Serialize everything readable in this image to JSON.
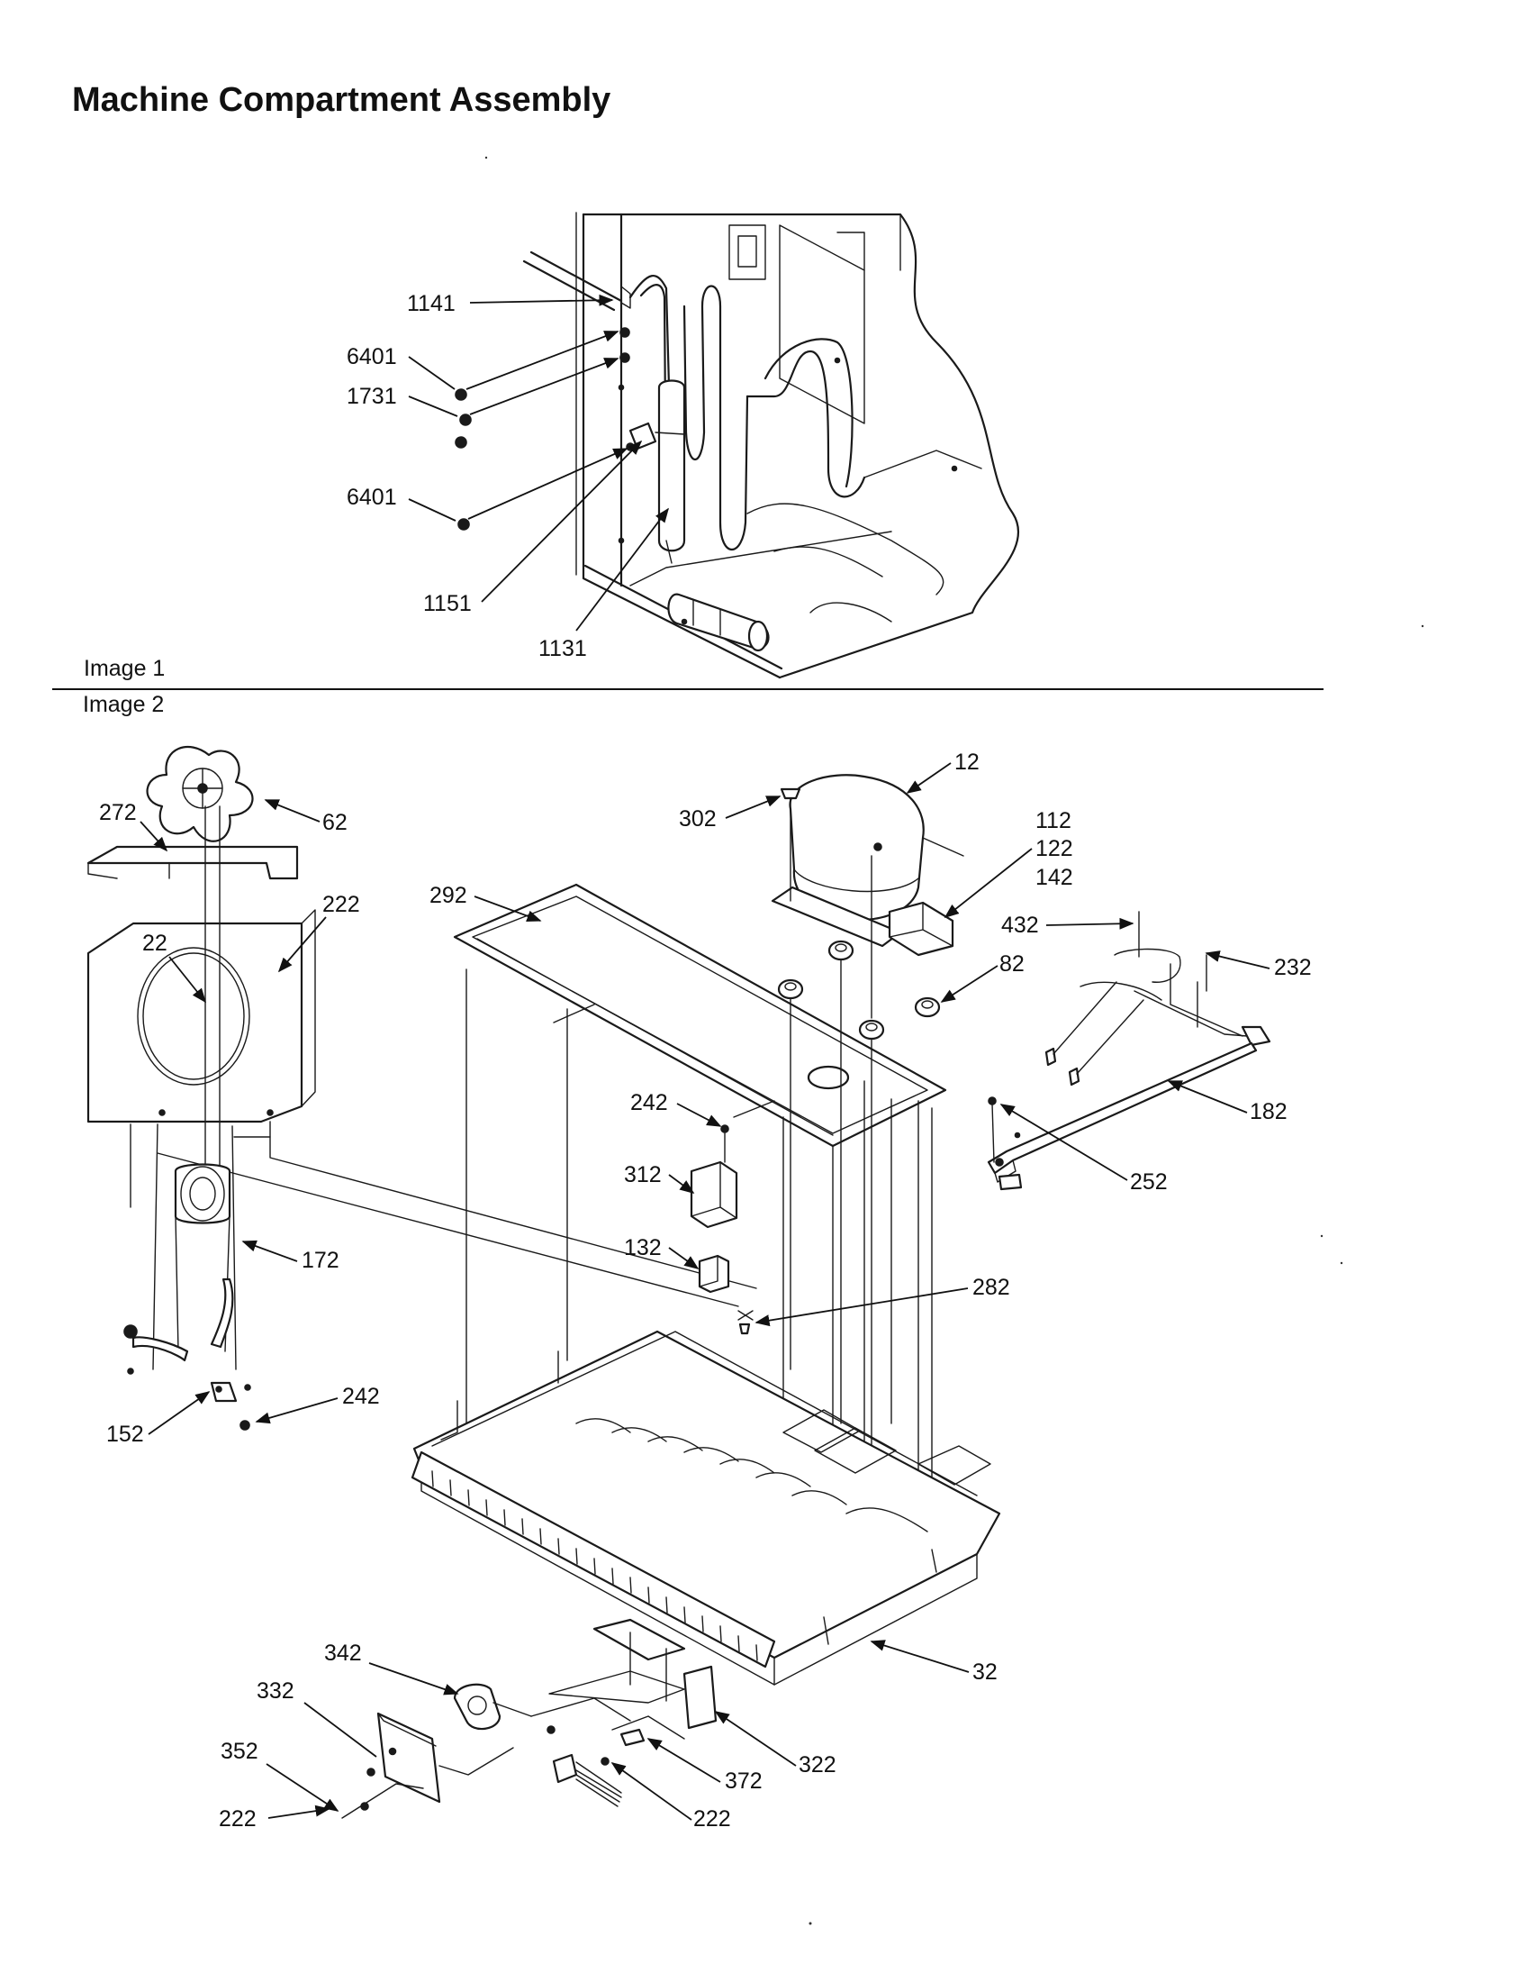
{
  "title": "Machine Compartment Assembly",
  "image1": {
    "caption": "Image 1",
    "callouts": [
      "1141",
      "6401",
      "1731",
      "6401",
      "1151",
      "1131"
    ]
  },
  "image2": {
    "caption": "Image 2",
    "callouts": [
      "12",
      "302",
      "112",
      "122",
      "142",
      "62",
      "272",
      "222",
      "22",
      "292",
      "432",
      "232",
      "82",
      "242",
      "182",
      "312",
      "252",
      "132",
      "172",
      "282",
      "242",
      "152",
      "342",
      "32",
      "332",
      "352",
      "322",
      "372",
      "222",
      "222"
    ]
  }
}
